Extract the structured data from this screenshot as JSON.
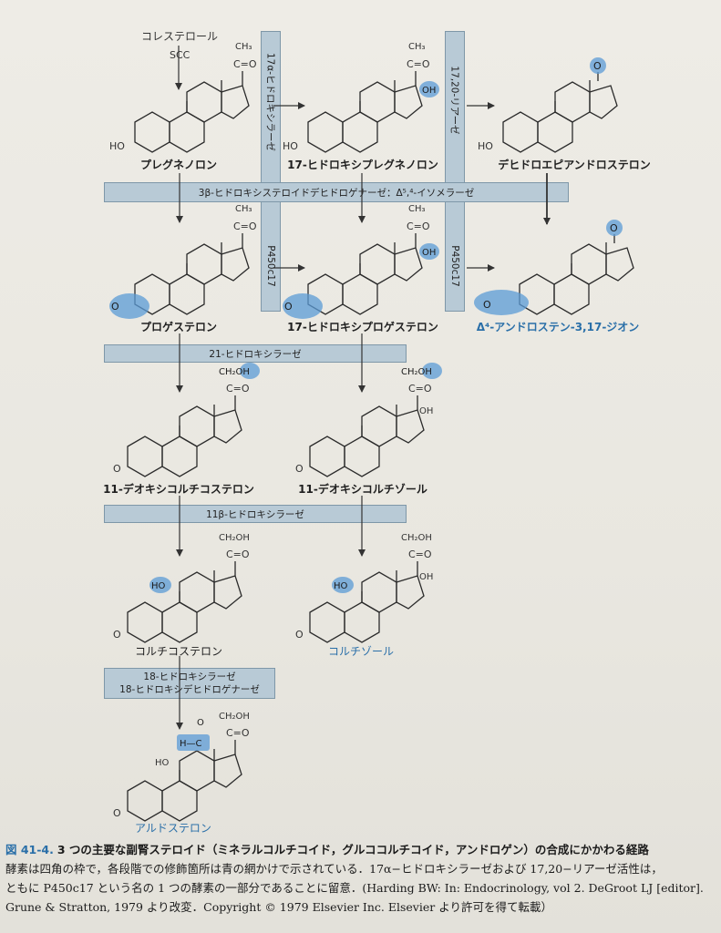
{
  "precursor": {
    "label": "コレステロール",
    "step": "SCC"
  },
  "compounds": {
    "pregnenolone": "プレグネノロン",
    "hydroxypregnenolone": "17-ヒドロキシプレグネノロン",
    "dhea": "デヒドロエピアンドロステロン",
    "progesterone": "プロゲステロン",
    "hydroxyprogesterone": "17-ヒドロキシプロゲステロン",
    "androstenedione": "Δ⁴-アンドロステン-3,17-ジオン",
    "deoxycorticosterone": "11-デオキシコルチコステロン",
    "deoxycortisol": "11-デオキシコルチゾール",
    "corticosterone": "コルチコステロン",
    "cortisol": "コルチゾール",
    "aldosterone": "アルドステロン"
  },
  "enzymes": {
    "hsd3b": "3β-ヒドロキシステロイドデヒドロゲナーゼ：Δ⁵,⁴-イソメラーゼ",
    "cyp21": "21-ヒドロキシラーゼ",
    "cyp11b1": "11β-ヒドロキシラーゼ",
    "cyp11b2_line1": "18-ヒドロキシラーゼ",
    "cyp11b2_line2": "18-ヒドロキシデヒドロゲナーゼ",
    "cyp17_hydroxylase": "17α-ヒドロキシラーゼ",
    "cyp17_lyase": "17,20-リアーゼ",
    "p450c17": "P450c17"
  },
  "groups": {
    "ch3": "CH₃",
    "co": "C=O",
    "ch2oh": "CH₂OH",
    "oh": "OH",
    "ho": "HO",
    "o": "O",
    "hc": "H—C"
  },
  "colors": {
    "highlight": "#5b9bd5",
    "band": "#b8cad6",
    "accent": "#2a6fa8"
  },
  "caption": {
    "fig": "図 41-4.",
    "title": "3 つの主要な副腎ステロイド（ミネラルコルチコイド，グルココルチコイド，アンドロゲン）の合成にかかわる経路",
    "line2": "酵素は四角の枠で，各段階での修飾箇所は青の網かけで示されている．17α−ヒドロキシラーゼおよび 17,20−リアーゼ活性は，",
    "line3": "ともに P450c17 という名の 1 つの酵素の一部分であることに留意．(Harding BW: In: Endocrinology, vol 2. DeGroot LJ [editor].",
    "line4": "Grune & Stratton, 1979 より改変．Copyright © 1979 Elsevier Inc. Elsevier より許可を得て転載）"
  }
}
